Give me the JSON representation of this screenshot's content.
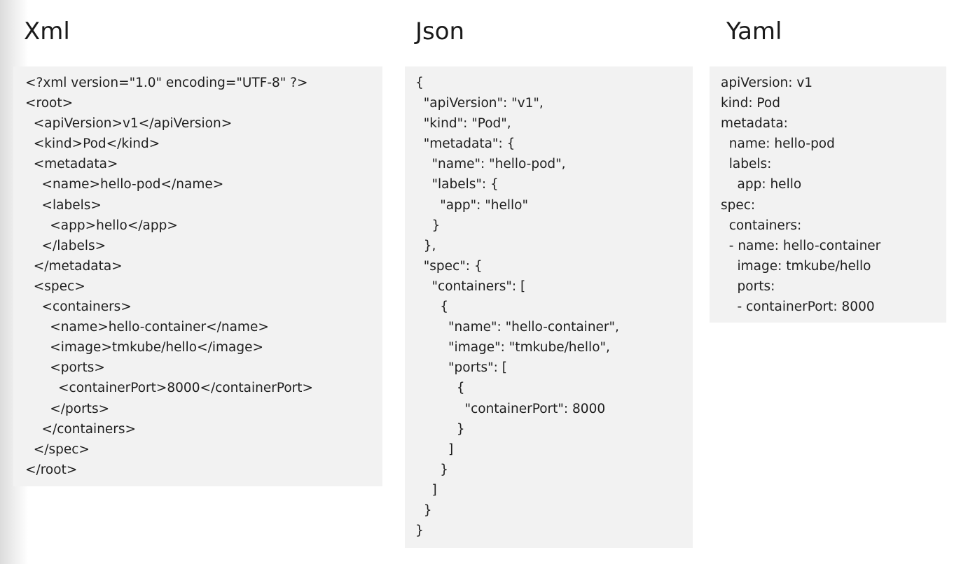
{
  "columns": {
    "xml": {
      "title": "Xml",
      "code": "<?xml version=\"1.0\" encoding=\"UTF-8\" ?>\n<root>\n  <apiVersion>v1</apiVersion>\n  <kind>Pod</kind>\n  <metadata>\n    <name>hello-pod</name>\n    <labels>\n      <app>hello</app>\n    </labels>\n  </metadata>\n  <spec>\n    <containers>\n      <name>hello-container</name>\n      <image>tmkube/hello</image>\n      <ports>\n        <containerPort>8000</containerPort>\n      </ports>\n    </containers>\n  </spec>\n</root>"
    },
    "json": {
      "title": "Json",
      "code": "{\n  \"apiVersion\": \"v1\",\n  \"kind\": \"Pod\",\n  \"metadata\": {\n    \"name\": \"hello-pod\",\n    \"labels\": {\n      \"app\": \"hello\"\n    }\n  },\n  \"spec\": {\n    \"containers\": [\n      {\n        \"name\": \"hello-container\",\n        \"image\": \"tmkube/hello\",\n        \"ports\": [\n          {\n            \"containerPort\": 8000\n          }\n        ]\n      }\n    ]\n  }\n}"
    },
    "yaml": {
      "title": "Yaml",
      "code": "apiVersion: v1\nkind: Pod\nmetadata:\n  name: hello-pod\n  labels:\n    app: hello\nspec:\n  containers:\n  - name: hello-container\n    image: tmkube/hello\n    ports:\n    - containerPort: 8000"
    }
  }
}
